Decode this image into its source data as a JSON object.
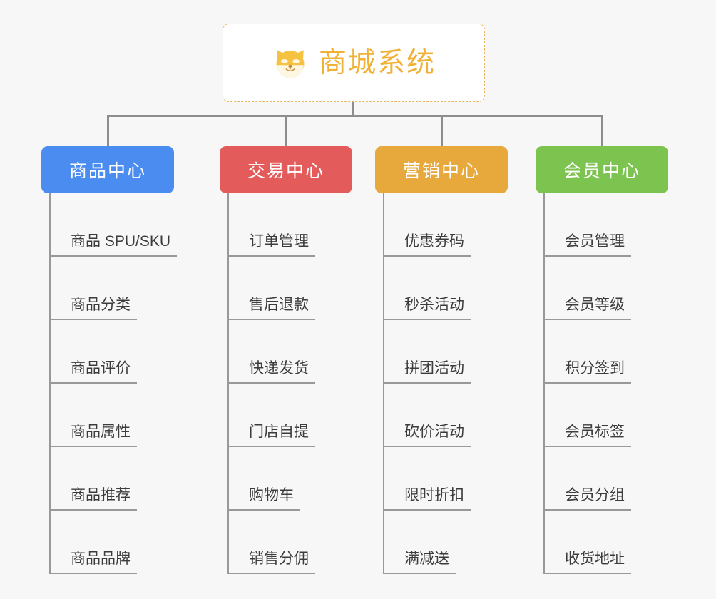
{
  "root": {
    "title": "商城系统",
    "logo_icon": "shiba-dog-icon",
    "title_color": "#f0b136",
    "border_color": "#e8b55c"
  },
  "connector_color": "#8d8d8d",
  "page_background": "#f7f7f7",
  "columns": [
    {
      "id": "product-center",
      "header": "商品中心",
      "color": "#4a8cf0",
      "items": [
        "商品 SPU/SKU",
        "商品分类",
        "商品评价",
        "商品属性",
        "商品推荐",
        "商品品牌"
      ]
    },
    {
      "id": "trade-center",
      "header": "交易中心",
      "color": "#e45b5b",
      "items": [
        "订单管理",
        "售后退款",
        "快递发货",
        "门店自提",
        "购物车",
        "销售分佣"
      ]
    },
    {
      "id": "marketing-center",
      "header": "营销中心",
      "color": "#e8a93c",
      "items": [
        "优惠券码",
        "秒杀活动",
        "拼团活动",
        "砍价活动",
        "限时折扣",
        "满减送"
      ]
    },
    {
      "id": "member-center",
      "header": "会员中心",
      "color": "#7cc350",
      "items": [
        "会员管理",
        "会员等级",
        "积分签到",
        "会员标签",
        "会员分组",
        "收货地址"
      ]
    }
  ]
}
